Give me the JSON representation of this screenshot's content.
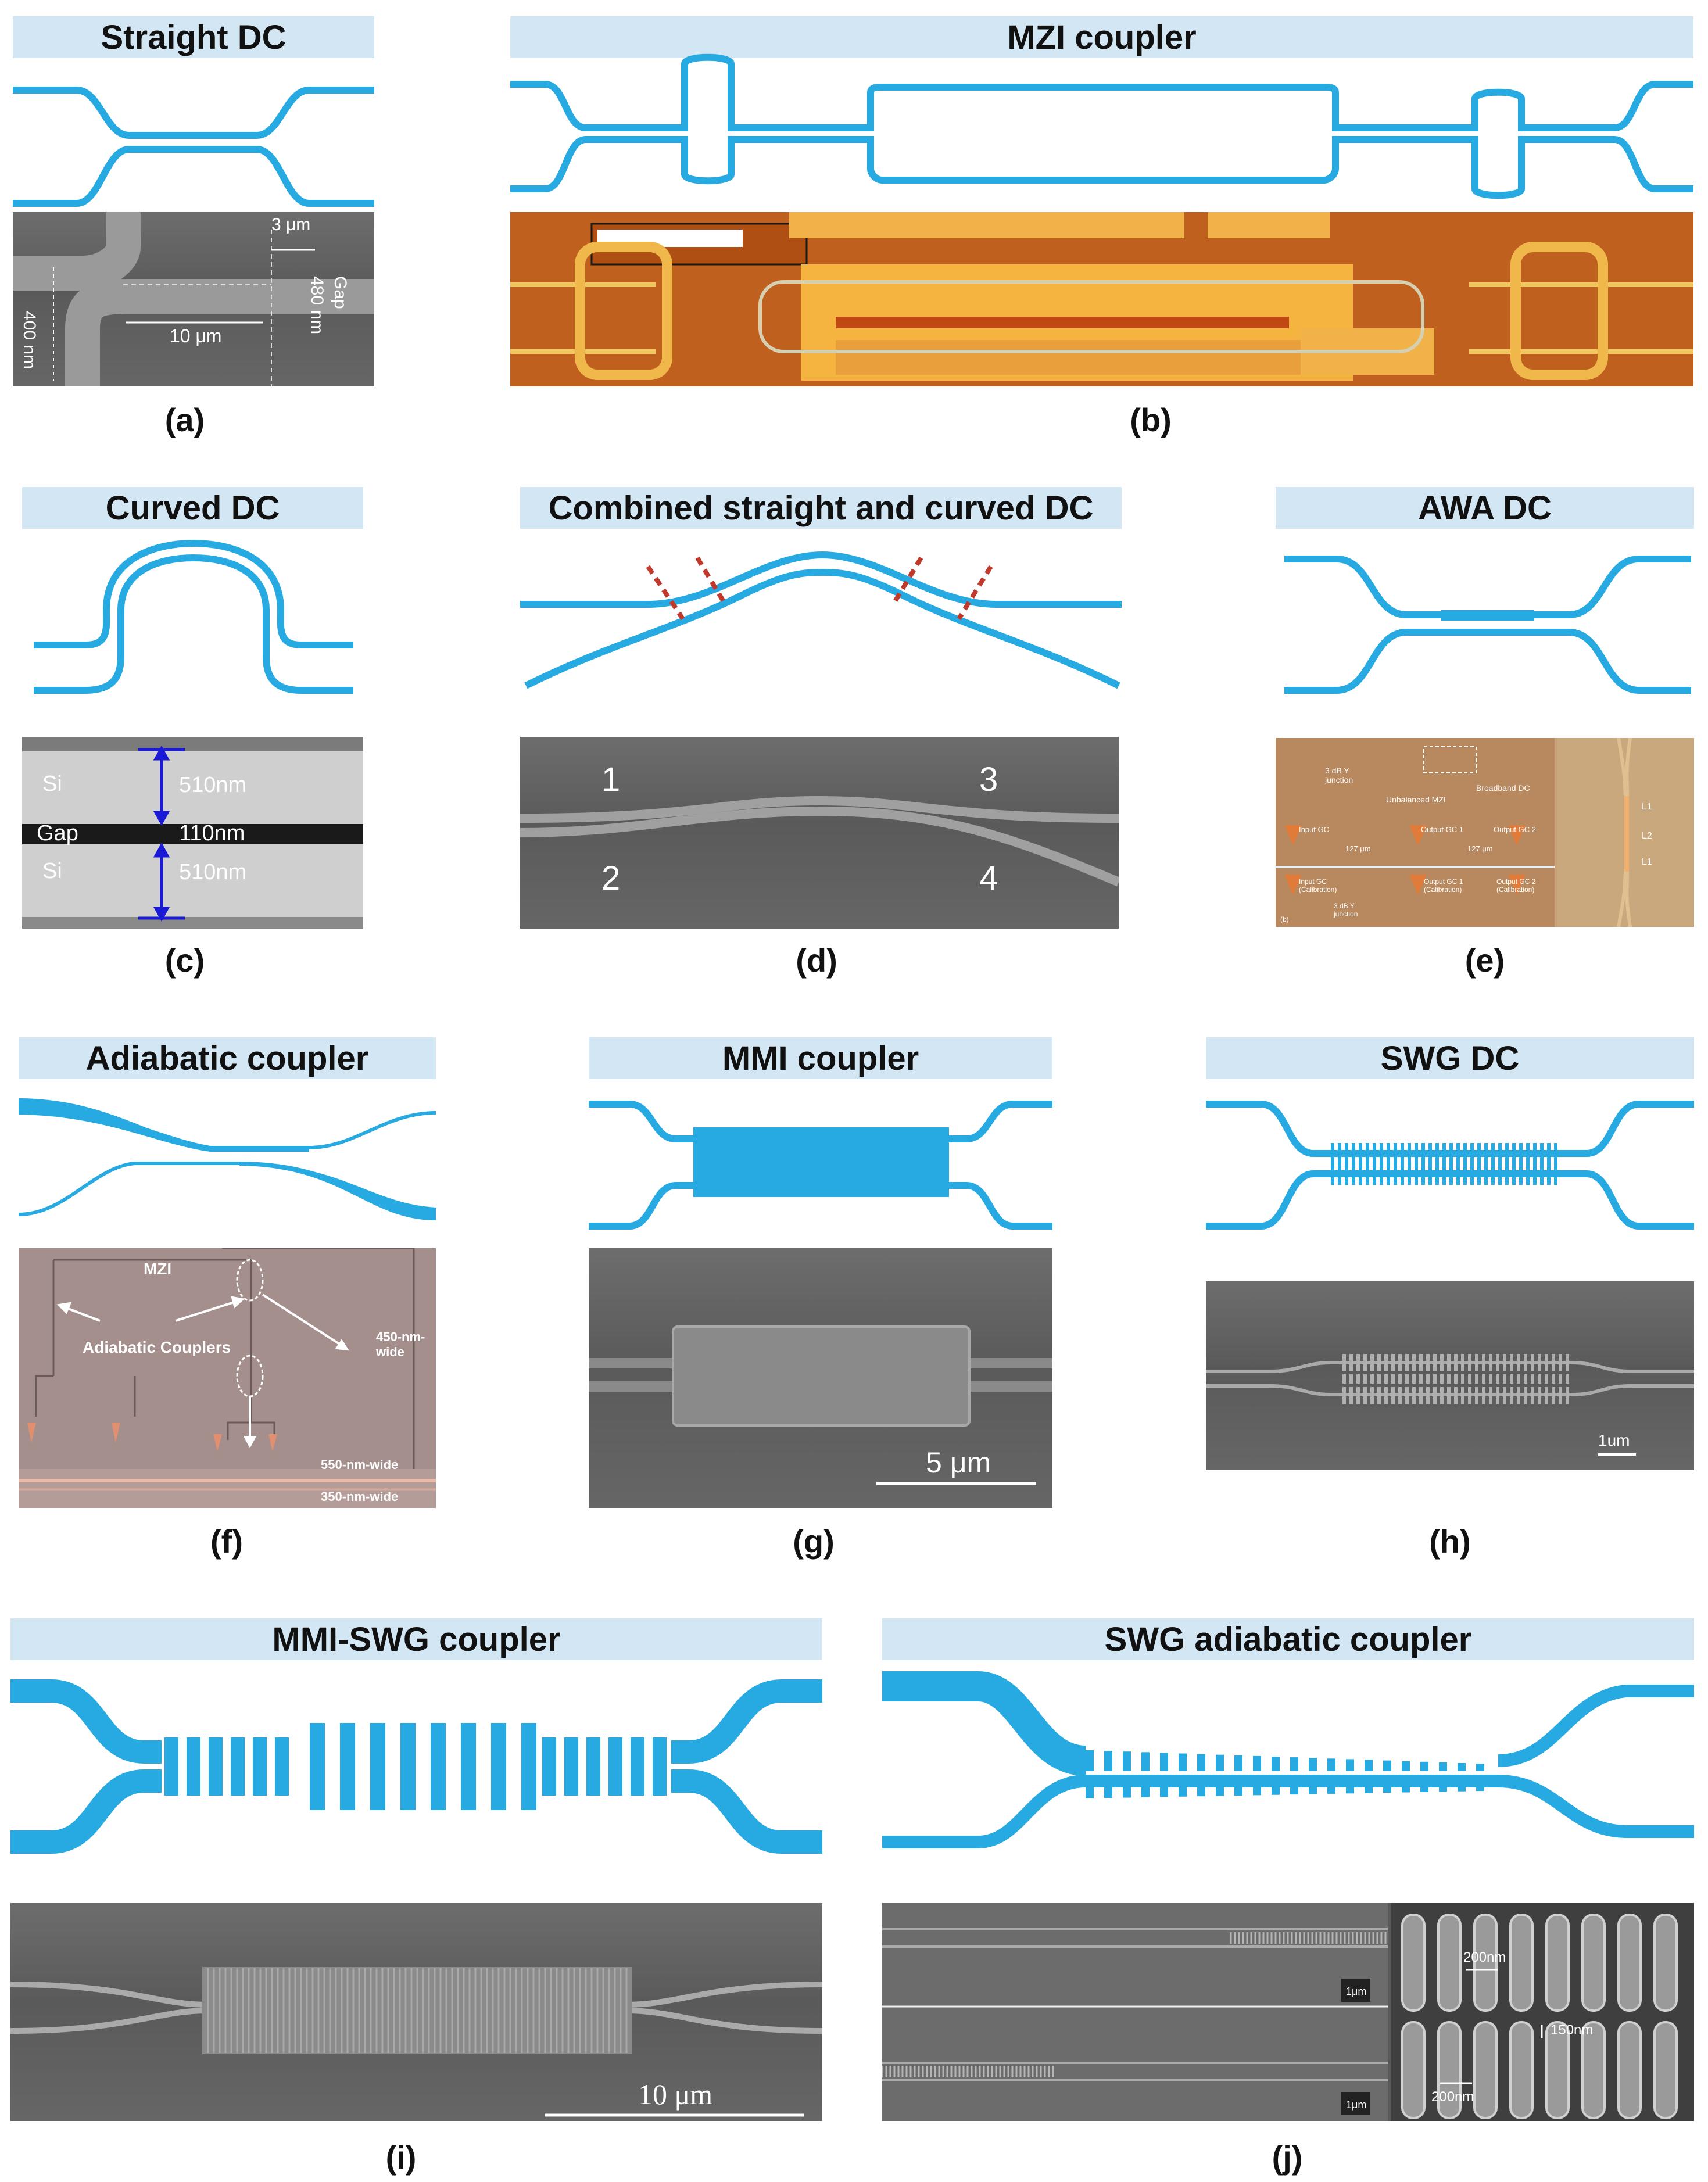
{
  "panels": {
    "a": {
      "title": "Straight DC",
      "caption": "(a)",
      "annotations": {
        "gap_width": "3 μm",
        "gap_label": "Gap",
        "gap_size": "480 nm",
        "width": "400 nm",
        "length": "10 μm"
      }
    },
    "b": {
      "title": "MZI coupler",
      "caption": "(b)"
    },
    "c": {
      "title": "Curved DC",
      "caption": "(c)",
      "annotations": {
        "si_top": "Si",
        "si_top_val": "510nm",
        "gap": "Gap",
        "gap_val": "110nm",
        "si_bottom": "Si",
        "si_bottom_val": "510nm"
      }
    },
    "d": {
      "title": "Combined straight and curved DC",
      "caption": "(d)",
      "annotations": {
        "port1": "1",
        "port2": "2",
        "port3": "3",
        "port4": "4"
      }
    },
    "e": {
      "title": "AWA DC",
      "caption": "(e)",
      "annotations": {
        "y_junction": "3 dB Y junction",
        "unbalanced_mzi": "Unbalanced MZI",
        "broadband_dc": "Broadband DC",
        "input_gc": "Input GC",
        "output_gc1": "Output GC 1",
        "output_gc2": "Output GC 2",
        "dist1": "127 μm",
        "dist2": "127 μm",
        "input_gc_cal": "Input GC (Calibration)",
        "output_gc1_cal": "Output GC 1 (Calibration)",
        "output_gc2_cal": "Output GC 2 (Calibration)",
        "y_junction2": "3 dB Y junction",
        "sub_b": "(b)",
        "l1_top": "L1",
        "l2": "L2",
        "l1_bottom": "L1"
      }
    },
    "f": {
      "title": "Adiabatic coupler",
      "caption": "(f)",
      "annotations": {
        "mzi": "MZI",
        "adiabatic": "Adiabatic Couplers",
        "w450": "450-nm-wide",
        "w550": "550-nm-wide",
        "w350": "350-nm-wide"
      }
    },
    "g": {
      "title": "MMI coupler",
      "caption": "(g)",
      "annotations": {
        "scale": "5 μm"
      }
    },
    "h": {
      "title": "SWG DC",
      "caption": "(h)",
      "annotations": {
        "scale": "1um"
      }
    },
    "i": {
      "title": "MMI-SWG coupler",
      "caption": "(i)",
      "annotations": {
        "scale": "10 μm"
      }
    },
    "j": {
      "title": "SWG adiabatic coupler",
      "caption": "(j)",
      "annotations": {
        "scale1": "1μm",
        "scale2": "1μm",
        "period": "200nm",
        "gap": "150nm",
        "width": "200nm"
      }
    }
  },
  "colors": {
    "waveguide": "#27aae1",
    "header_bg": "#d3e6f4",
    "marker": "#c0392b"
  }
}
